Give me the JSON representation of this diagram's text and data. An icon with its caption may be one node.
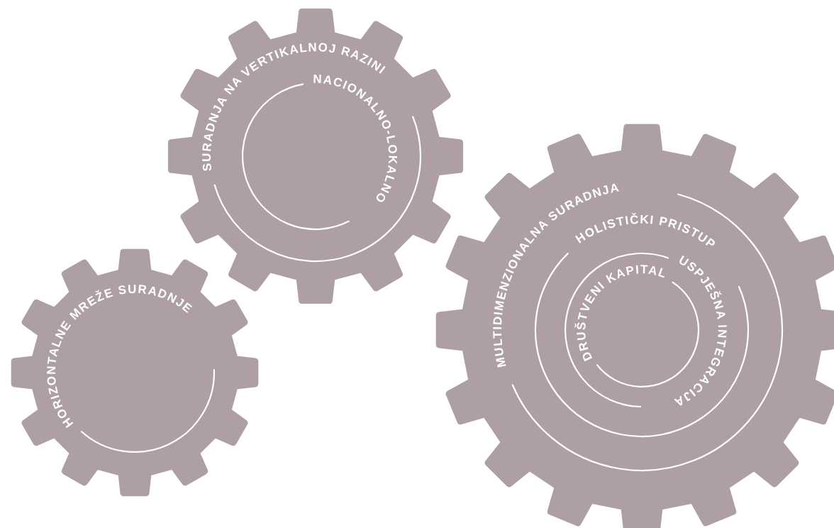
{
  "diagram": {
    "nodes": [
      {
        "text": [
          "SURADNJA NA VERTIKALNOJ RAZINI",
          "NACIONALNO-LOKALNO"
        ]
      },
      {
        "text": [
          "HORIZONTALNE MREŽE SURADNJE"
        ]
      },
      {
        "text": [
          "MULTIDIMENZIONALNA SURADNJA",
          "HOLISTIČKI PRISTUP",
          "USPJEŠNA INTEGRACIJA",
          "DRUŠTVENI KAPITAL"
        ]
      }
    ]
  }
}
